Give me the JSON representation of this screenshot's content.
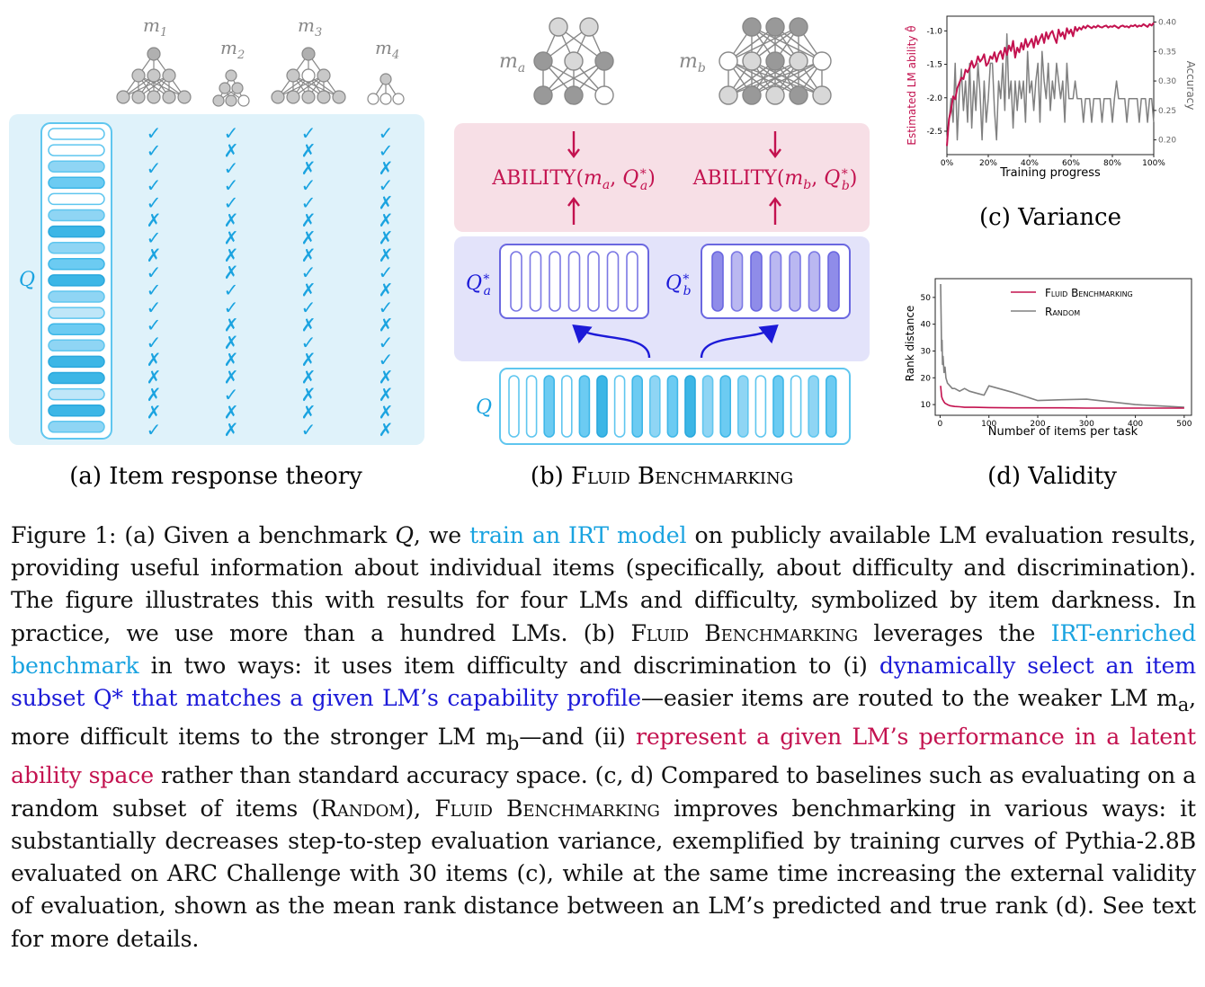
{
  "panel_a": {
    "models": [
      "m",
      "m",
      "m",
      "m"
    ],
    "model_subs": [
      "1",
      "2",
      "3",
      "4"
    ],
    "q_label": "Q",
    "caption": "(a) Item response theory",
    "item_shades": [
      "w",
      "w",
      "l",
      "m",
      "w",
      "l",
      "d",
      "l",
      "m",
      "d",
      "l",
      "xl",
      "m",
      "l",
      "d",
      "d",
      "xl",
      "d",
      "l"
    ],
    "responses": [
      [
        "c",
        "c",
        "c",
        "c",
        "c",
        "x",
        "c",
        "x",
        "c",
        "c",
        "c",
        "c",
        "c",
        "x",
        "x",
        "x",
        "x",
        "c"
      ],
      [
        "c",
        "x",
        "c",
        "c",
        "c",
        "x",
        "x",
        "x",
        "x",
        "c",
        "c",
        "x",
        "x",
        "x",
        "x",
        "c",
        "x",
        "x"
      ],
      [
        "c",
        "x",
        "x",
        "c",
        "c",
        "x",
        "x",
        "x",
        "c",
        "x",
        "c",
        "x",
        "c",
        "x",
        "x",
        "x",
        "x",
        "c"
      ],
      [
        "c",
        "c",
        "x",
        "c",
        "x",
        "x",
        "x",
        "x",
        "c",
        "x",
        "c",
        "x",
        "c",
        "c",
        "x",
        "x",
        "x",
        "x"
      ]
    ]
  },
  "panel_b": {
    "model_a": "m",
    "model_a_sub": "a",
    "model_b": "m",
    "model_b_sub": "b",
    "ability_a_fn": "ABILITY(",
    "ability_a_m": "m",
    "ability_a_msub": "a",
    "ability_a_q": "Q",
    "ability_a_qsup": "∗",
    "ability_a_qsub": "a",
    "ability_b_fn": "ABILITY(",
    "ability_b_m": "m",
    "ability_b_msub": "b",
    "ability_b_q": "Q",
    "ability_b_qsup": "∗",
    "ability_b_qsub": "b",
    "close_paren": ")",
    "qa_label": "Q",
    "qa_sup": "∗",
    "qa_sub": "a",
    "qb_label": "Q",
    "qb_sup": "∗",
    "qb_sub": "b",
    "q_label": "Q",
    "caption_prefix": "(b) ",
    "caption_name": "Fluid Benchmarking",
    "bench_shades": [
      "w",
      "w",
      "m",
      "w",
      "m",
      "d",
      "w",
      "m",
      "l",
      "m",
      "d",
      "l",
      "m",
      "l",
      "w",
      "m",
      "w",
      "l",
      "m"
    ],
    "qa_shades": [
      "w",
      "w",
      "w",
      "w",
      "w",
      "w",
      "w"
    ],
    "qb_shades": [
      "d",
      "l",
      "d",
      "l",
      "l",
      "l",
      "d"
    ]
  },
  "panel_c": {
    "caption": "(c) Variance",
    "ylabel_left": "Estimated LM ability θ̂",
    "ylabel_right": "Accuracy",
    "xlabel": "Training progress",
    "xticks": [
      "0%",
      "20%",
      "40%",
      "60%",
      "80%",
      "100%"
    ],
    "yticks_left": [
      "-1.0",
      "-1.5",
      "-2.0",
      "-2.5"
    ],
    "yticks_right": [
      "0.40",
      "0.35",
      "0.30",
      "0.25",
      "0.20"
    ]
  },
  "panel_d": {
    "caption": "(d) Validity",
    "ylabel": "Rank distance",
    "xlabel": "Number of items per task",
    "xticks": [
      "0",
      "100",
      "200",
      "300",
      "400",
      "500"
    ],
    "yticks": [
      "10",
      "20",
      "30",
      "40",
      "50"
    ],
    "legend": [
      "Fluid Benchmarking",
      "Random"
    ],
    "legend_position": "top-right"
  },
  "chart_data": [
    {
      "type": "line",
      "title": "",
      "xlabel": "Training progress",
      "ylabel": "Estimated LM ability θ̂",
      "ylabel_right": "Accuracy",
      "xlim": [
        0,
        100
      ],
      "ylim": [
        -2.85,
        -0.78
      ],
      "ylim_right": [
        0.175,
        0.41
      ],
      "series": [
        {
          "axis": "left",
          "color": "#c3124f",
          "x": [
            0,
            1,
            2,
            3,
            4,
            5,
            6,
            7,
            8,
            9,
            10,
            11,
            12,
            13,
            14,
            15,
            16,
            17,
            18,
            19,
            20,
            21,
            22,
            23,
            24,
            25,
            26,
            27,
            28,
            29,
            30,
            31,
            32,
            33,
            34,
            35,
            36,
            37,
            38,
            39,
            40,
            41,
            42,
            43,
            44,
            45,
            46,
            47,
            48,
            49,
            50,
            51,
            52,
            53,
            54,
            55,
            56,
            57,
            58,
            59,
            60,
            61,
            62,
            63,
            64,
            65,
            66,
            67,
            68,
            69,
            70,
            71,
            72,
            73,
            74,
            75,
            76,
            77,
            78,
            79,
            80,
            81,
            82,
            83,
            84,
            85,
            86,
            87,
            88,
            89,
            90,
            91,
            92,
            93,
            94,
            95,
            96,
            97,
            98,
            99,
            100
          ],
          "y": [
            -2.72,
            -2.32,
            -2.18,
            -1.98,
            -2.02,
            -1.86,
            -1.78,
            -1.7,
            -1.72,
            -1.58,
            -1.62,
            -1.55,
            -1.45,
            -1.55,
            -1.5,
            -1.38,
            -1.46,
            -1.42,
            -1.35,
            -1.52,
            -1.48,
            -1.38,
            -1.42,
            -1.32,
            -1.46,
            -1.35,
            -1.3,
            -1.42,
            -1.25,
            -1.36,
            -1.22,
            -1.3,
            -1.15,
            -1.4,
            -1.25,
            -1.32,
            -1.18,
            -1.28,
            -1.12,
            -1.24,
            -1.18,
            -1.12,
            -1.25,
            -1.08,
            -1.2,
            -1.12,
            -1.05,
            -1.18,
            -1.02,
            -1.12,
            -1.04,
            -1.0,
            -1.1,
            -1.18,
            -0.98,
            -1.08,
            -1.02,
            -1.12,
            -0.96,
            -1.04,
            -0.98,
            -1.08,
            -0.94,
            -1.0,
            -0.95,
            -0.98,
            -0.93,
            -0.96,
            -0.92,
            -0.94,
            -0.96,
            -0.93,
            -0.95,
            -0.92,
            -0.94,
            -0.95,
            -0.93,
            -0.92,
            -0.95,
            -0.93,
            -0.94,
            -0.92,
            -0.94,
            -0.96,
            -0.93,
            -0.92,
            -0.94,
            -0.93,
            -0.95,
            -0.92,
            -0.93,
            -0.91,
            -0.94,
            -0.92,
            -0.93,
            -0.9,
            -0.92,
            -0.94,
            -0.9,
            -0.92,
            -0.88
          ]
        },
        {
          "axis": "right",
          "color": "#808080",
          "x": [
            0,
            1,
            2,
            3,
            4,
            5,
            6,
            7,
            8,
            9,
            10,
            11,
            12,
            13,
            14,
            15,
            16,
            17,
            18,
            19,
            20,
            21,
            22,
            23,
            24,
            25,
            26,
            27,
            28,
            29,
            30,
            31,
            32,
            33,
            34,
            35,
            36,
            37,
            38,
            39,
            40,
            41,
            42,
            43,
            44,
            45,
            46,
            47,
            48,
            49,
            50,
            51,
            52,
            53,
            54,
            55,
            56,
            57,
            58,
            59,
            60,
            61,
            62,
            63,
            64,
            65,
            66,
            67,
            68,
            69,
            70,
            71,
            72,
            73,
            74,
            75,
            76,
            77,
            78,
            79,
            80,
            81,
            82,
            83,
            84,
            85,
            86,
            87,
            88,
            89,
            90,
            91,
            92,
            93,
            94,
            95,
            96,
            97,
            98,
            99,
            100
          ],
          "y": [
            0.2,
            0.23,
            0.27,
            0.23,
            0.33,
            0.2,
            0.28,
            0.32,
            0.25,
            0.3,
            0.23,
            0.33,
            0.22,
            0.3,
            0.25,
            0.33,
            0.28,
            0.2,
            0.3,
            0.23,
            0.27,
            0.33,
            0.33,
            0.25,
            0.2,
            0.3,
            0.27,
            0.33,
            0.25,
            0.38,
            0.27,
            0.3,
            0.22,
            0.3,
            0.25,
            0.3,
            0.27,
            0.3,
            0.23,
            0.35,
            0.28,
            0.3,
            0.25,
            0.3,
            0.33,
            0.23,
            0.35,
            0.3,
            0.27,
            0.33,
            0.25,
            0.3,
            0.27,
            0.33,
            0.3,
            0.27,
            0.3,
            0.23,
            0.33,
            0.27,
            0.27,
            0.27,
            0.3,
            0.27,
            0.27,
            0.27,
            0.23,
            0.27,
            0.27,
            0.27,
            0.23,
            0.27,
            0.27,
            0.27,
            0.27,
            0.23,
            0.27,
            0.27,
            0.27,
            0.27,
            0.23,
            0.27,
            0.3,
            0.27,
            0.27,
            0.27,
            0.27,
            0.23,
            0.27,
            0.27,
            0.27,
            0.27,
            0.27,
            0.23,
            0.27,
            0.27,
            0.27,
            0.23,
            0.27,
            0.27,
            0.23
          ]
        }
      ]
    },
    {
      "type": "line",
      "title": "",
      "xlabel": "Number of items per task",
      "ylabel": "Rank distance",
      "xlim": [
        -10,
        515
      ],
      "ylim": [
        6,
        57
      ],
      "series": [
        {
          "name": "Fluid Benchmarking",
          "color": "#c3124f",
          "x": [
            1,
            3,
            5,
            8,
            10,
            15,
            20,
            30,
            40,
            50,
            70,
            100,
            150,
            200,
            250,
            300,
            350,
            400,
            450,
            500
          ],
          "y": [
            17,
            13,
            12,
            11,
            10.5,
            10,
            9.6,
            9.3,
            9.2,
            9,
            9,
            8.9,
            8.8,
            8.8,
            8.8,
            8.7,
            8.7,
            8.7,
            8.7,
            8.7
          ]
        },
        {
          "name": "Random",
          "color": "#808080",
          "x": [
            1,
            2,
            3,
            4,
            5,
            6,
            8,
            10,
            12,
            15,
            20,
            25,
            30,
            40,
            50,
            60,
            70,
            80,
            90,
            100,
            150,
            200,
            250,
            300,
            350,
            400,
            450,
            500
          ],
          "y": [
            55,
            44,
            30,
            34,
            25,
            28,
            22,
            24,
            20,
            18,
            17,
            16,
            16,
            15,
            16,
            15,
            14.5,
            14,
            13.5,
            17,
            14.5,
            11.5,
            11.8,
            12,
            11,
            10,
            9.5,
            9
          ]
        }
      ]
    }
  ],
  "caption": {
    "s1": "Figure 1:  (a) Given a benchmark ",
    "s1q": "Q",
    "s2": ", we ",
    "h1": "train an IRT model",
    "s3": " on publicly available LM evaluation results, providing useful information about individual items (specifically, about difficulty and discrimination).  The figure illustrates this with results for four LMs and difficulty, symbolized by item darkness.  In practice, we use more than a hundred LMs. (b) ",
    "fb1": "Fluid Benchmarking",
    "s4": " leverages the ",
    "h2": "IRT-enriched benchmark",
    "s5": " in two ways:  it uses item difficulty and discrimination to (i) ",
    "h3": "dynamically select an item subset Q* that matches a given LM’s capability profile",
    "s6": "—easier items are routed to the weaker LM m",
    "s6sub": "a",
    "s7": ", more difficult items to the stronger LM m",
    "s7sub": "b",
    "s8": "—and (ii) ",
    "h4": "represent a given LM’s performance in a latent ability space",
    "s9": " rather than standard accuracy space. (c, d) Compared to baselines such as evaluating on a random subset of items (",
    "rnd": "Random",
    "s10": "), ",
    "fb2": "Fluid Benchmarking",
    "s11": " improves benchmarking in various ways: it substantially decreases step-to-step evaluation variance, exemplified by training curves of Pythia-2.8B evaluated on ARC Challenge with 30 items (c), while at the same time increasing the external validity of evaluation, shown as the mean rank distance between an LM’s predicted and true rank (d). See text for more details."
  }
}
